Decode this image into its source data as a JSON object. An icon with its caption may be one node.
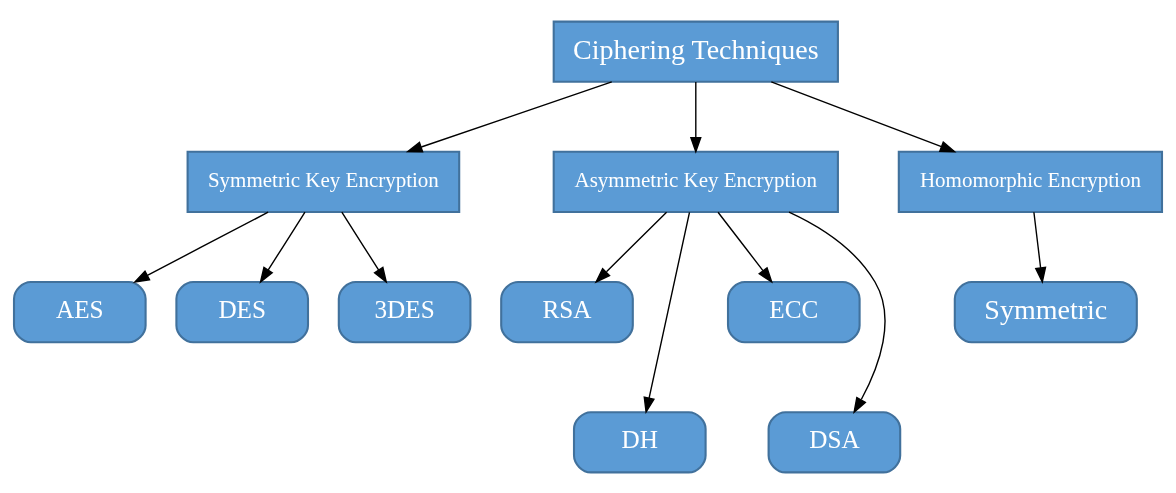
{
  "diagram": {
    "nodes": [
      {
        "text": [
          "Ciphering Techniques"
        ]
      },
      {
        "text": [
          "Symmetric Key Encryption"
        ]
      },
      {
        "text": [
          "Asymmetric Key Encryption"
        ]
      },
      {
        "text": [
          "Homomorphic Encryption"
        ]
      },
      {
        "text": [
          "AES"
        ]
      },
      {
        "text": [
          "DES"
        ]
      },
      {
        "text": [
          "3DES"
        ]
      },
      {
        "text": [
          "RSA"
        ]
      },
      {
        "text": [
          "ECC"
        ]
      },
      {
        "text": [
          "DH"
        ]
      },
      {
        "text": [
          "DSA"
        ]
      },
      {
        "text": [
          "Symmetric"
        ]
      }
    ],
    "edges": [
      {
        "from": 0,
        "to": 1,
        "arrow": "to"
      },
      {
        "from": 0,
        "to": 2,
        "arrow": "to"
      },
      {
        "from": 0,
        "to": 3,
        "arrow": "to"
      },
      {
        "from": 1,
        "to": 4,
        "arrow": "to"
      },
      {
        "from": 1,
        "to": 5,
        "arrow": "to"
      },
      {
        "from": 1,
        "to": 6,
        "arrow": "to"
      },
      {
        "from": 2,
        "to": 7,
        "arrow": "to"
      },
      {
        "from": 2,
        "to": 9,
        "arrow": "to"
      },
      {
        "from": 2,
        "to": 10,
        "arrow": "to"
      },
      {
        "from": 2,
        "to": 8,
        "arrow": "to"
      },
      {
        "from": 3,
        "to": 11,
        "arrow": "to"
      }
    ]
  }
}
